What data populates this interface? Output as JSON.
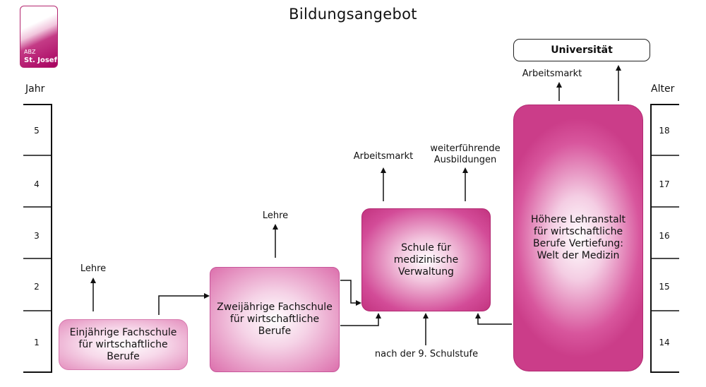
{
  "title": "Bildungsangebot",
  "logo": {
    "line1": "ABZ",
    "line2": "St. Josef"
  },
  "left_scale": {
    "heading": "Jahr",
    "values": [
      "5",
      "4",
      "3",
      "2",
      "1"
    ]
  },
  "right_scale": {
    "heading": "Alter",
    "values": [
      "18",
      "17",
      "16",
      "15",
      "14"
    ]
  },
  "boxes": {
    "einjaehrige": "Einjährige Fachschule für wirtschaftliche Berufe",
    "zweijaehrige": "Zweijährige Fachschule für wirtschaftliche Berufe",
    "medizin": "Schule für medizinische Verwaltung",
    "hoehere": "Höhere Lehranstalt für wirtschaftliche Berufe Vertiefung: Welt der Medizin",
    "universitaet": "Universität"
  },
  "labels": {
    "lehre1": "Lehre",
    "lehre2": "Lehre",
    "arbeitsmarkt1": "Arbeitsmarkt",
    "weiterfuehrend_1": "weiterführende",
    "weiterfuehrend_2": "Ausbildungen",
    "arbeitsmarkt2": "Arbeitsmarkt",
    "nach9": "nach der 9. Schulstufe"
  },
  "colors": {
    "accent": "#c2337f",
    "accent_dark": "#a7005f"
  }
}
